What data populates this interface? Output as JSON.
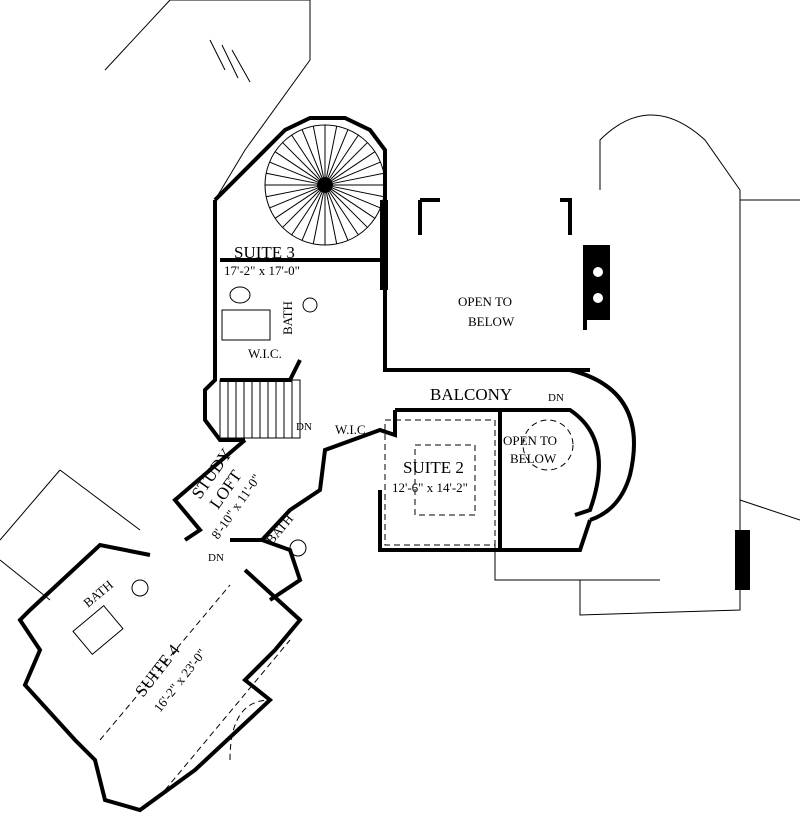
{
  "rooms": {
    "suite3": {
      "name": "SUITE 3",
      "size": "17'-2\" x 17'-0\""
    },
    "suite2": {
      "name": "SUITE 2",
      "size": "12'-6\" x 14'-2\""
    },
    "suite4": {
      "name": "SUITE 4",
      "size": "16'-2\" x 23'-0\""
    },
    "study_loft": {
      "name_line1": "STUDY",
      "name_line2": "LOFT",
      "size": "8'-10\" x 11'-0\""
    },
    "balcony": {
      "name": "BALCONY"
    },
    "open_to_below_1": {
      "line1": "OPEN TO",
      "line2": "BELOW"
    },
    "open_to_below_2": {
      "line1": "OPEN TO",
      "line2": "BELOW"
    },
    "bath_suite3": "BATH",
    "bath_loft": "BATH",
    "bath_suite4": "BATH",
    "wic_suite3": "W.I.C.",
    "wic_suite2": "W.I.C."
  },
  "stair_labels": {
    "dn_main": "DN",
    "dn_curved": "DN",
    "dn_loft": "DN"
  }
}
